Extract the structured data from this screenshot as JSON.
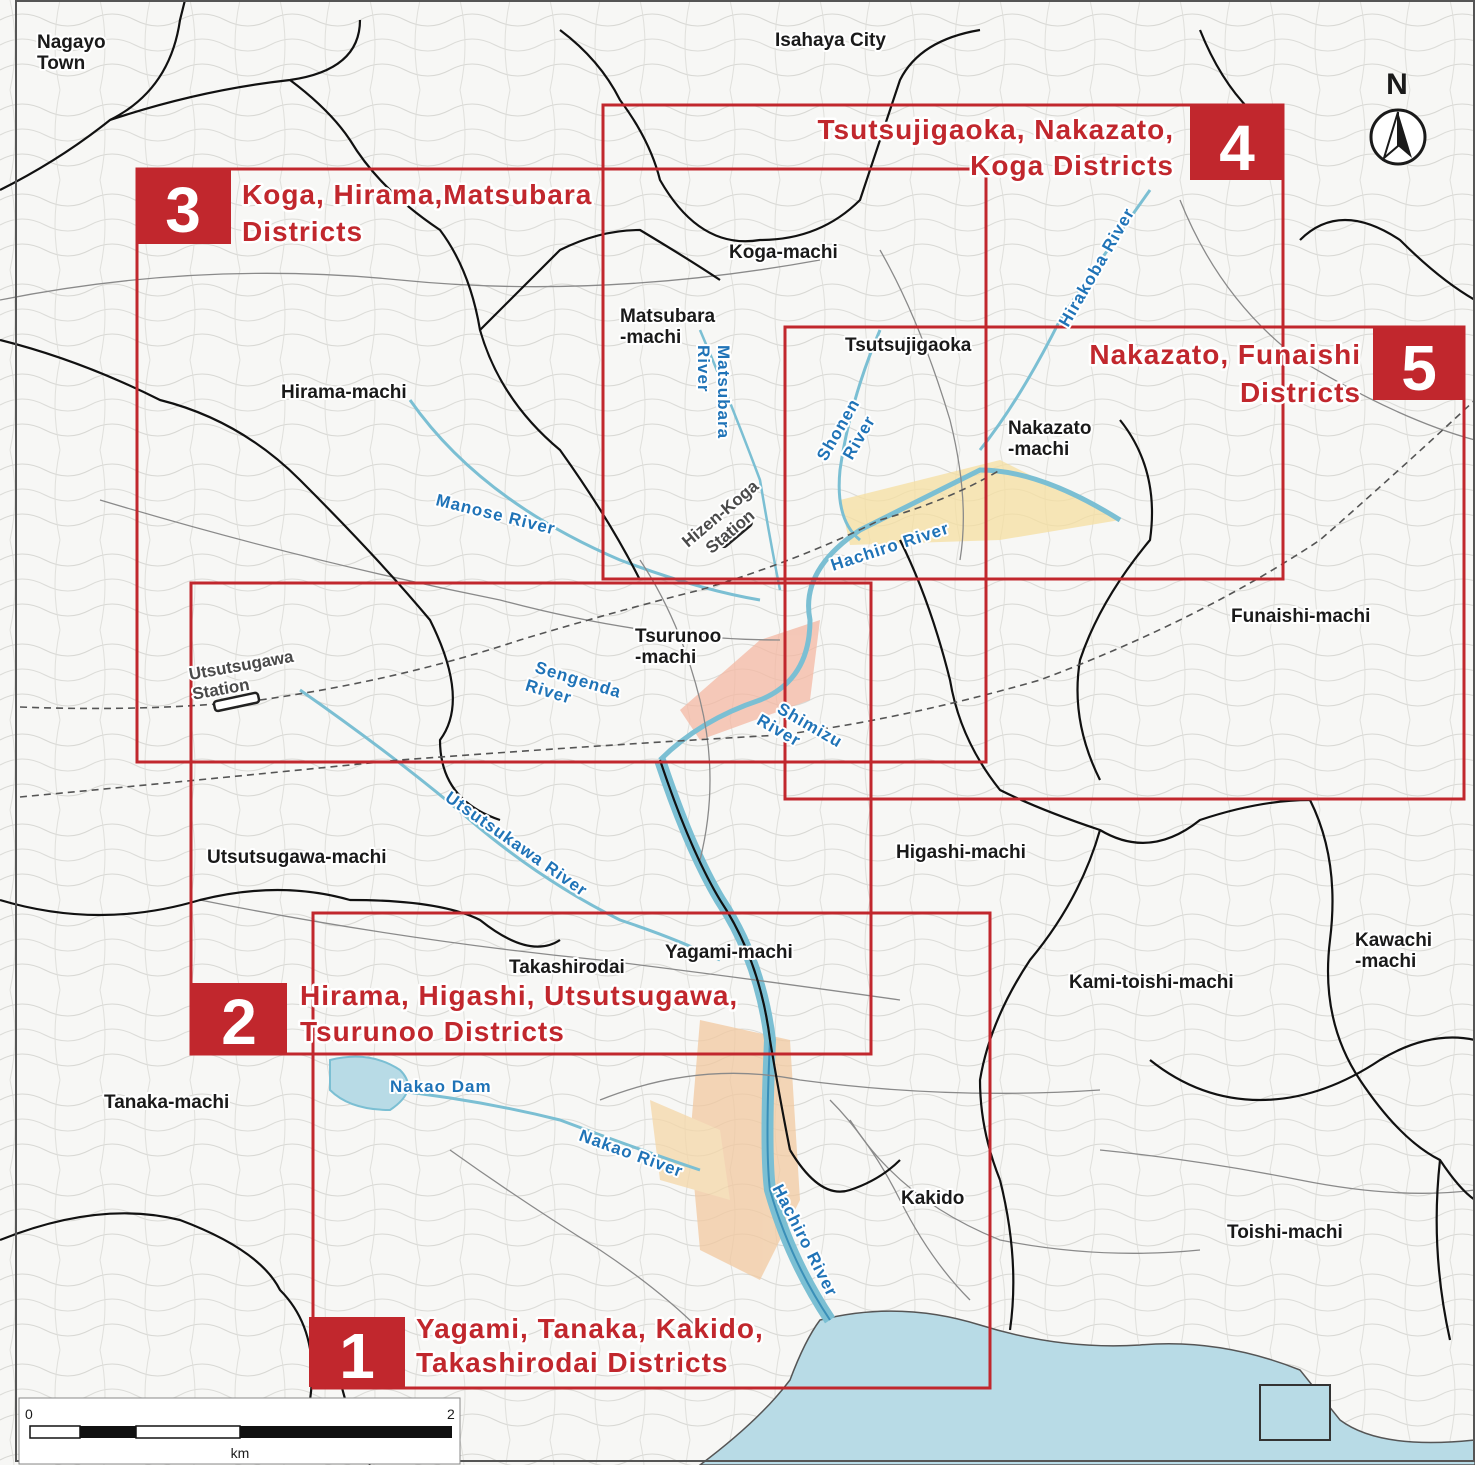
{
  "compass": {
    "label": "N"
  },
  "scale_bar": {
    "start": "0",
    "end": "2",
    "unit": "km"
  },
  "districts": [
    {
      "number": "1",
      "title_lines": [
        "Yagami, Tanaka, Kakido,",
        "Takashirodai Districts"
      ]
    },
    {
      "number": "2",
      "title_lines": [
        "Hirama, Higashi, Utsutsugawa,",
        "Tsurunoo Districts"
      ]
    },
    {
      "number": "3",
      "title_lines": [
        "Koga, Hirama,Matsubara",
        "Districts"
      ]
    },
    {
      "number": "4",
      "title_lines": [
        "Tsutsujigaoka, Nakazato,",
        "Koga Districts"
      ]
    },
    {
      "number": "5",
      "title_lines": [
        "Nakazato, Funaishi",
        "Districts"
      ]
    }
  ],
  "places": {
    "nagayo": [
      "Nagayo",
      "Town"
    ],
    "isahaya": "Isahaya City",
    "koga": "Koga-machi",
    "matsubara": [
      "Matsubara",
      "-machi"
    ],
    "tsutsujigaoka": "Tsutsujigaoka",
    "nakazato": [
      "Nakazato",
      "-machi"
    ],
    "hirama": "Hirama-machi",
    "tsurunoo": [
      "Tsurunoo",
      "-machi"
    ],
    "funaishi": "Funaishi-machi",
    "higashi": "Higashi-machi",
    "utsutsugawa": "Utsutsugawa-machi",
    "takashirodai": "Takashirodai",
    "yagami": "Yagami-machi",
    "kawachi": [
      "Kawachi",
      "-machi"
    ],
    "kamitoishi": "Kami-toishi-machi",
    "tanaka": "Tanaka-machi",
    "kakido": "Kakido",
    "toishi": "Toishi-machi"
  },
  "rivers": {
    "matsubara": [
      "Matsubara",
      "River"
    ],
    "hirakoba": "Hirakoba River",
    "shonen": [
      "Shonen",
      "River"
    ],
    "manose": "Manose River",
    "hachiro_upper": "Hachiro River",
    "sengenda": [
      "Sengenda",
      "River"
    ],
    "shimizu": [
      "Shimizu",
      "River"
    ],
    "utsutsukawa": "Utsutsukawa River",
    "nakao_dam": "Nakao Dam",
    "nakao": "Nakao River",
    "hachiro_lower": "Hachiro River"
  },
  "stations": {
    "hizen_koga": [
      "Hizen-Koga",
      "Station"
    ],
    "utsutsugawa": [
      "Utsutsugawa",
      "Station"
    ]
  },
  "colors": {
    "district_red": "#c1272d",
    "sea": "#b8dbe6",
    "river_blue": "#1f73b7",
    "urban_fill": "#f2c9a0"
  }
}
